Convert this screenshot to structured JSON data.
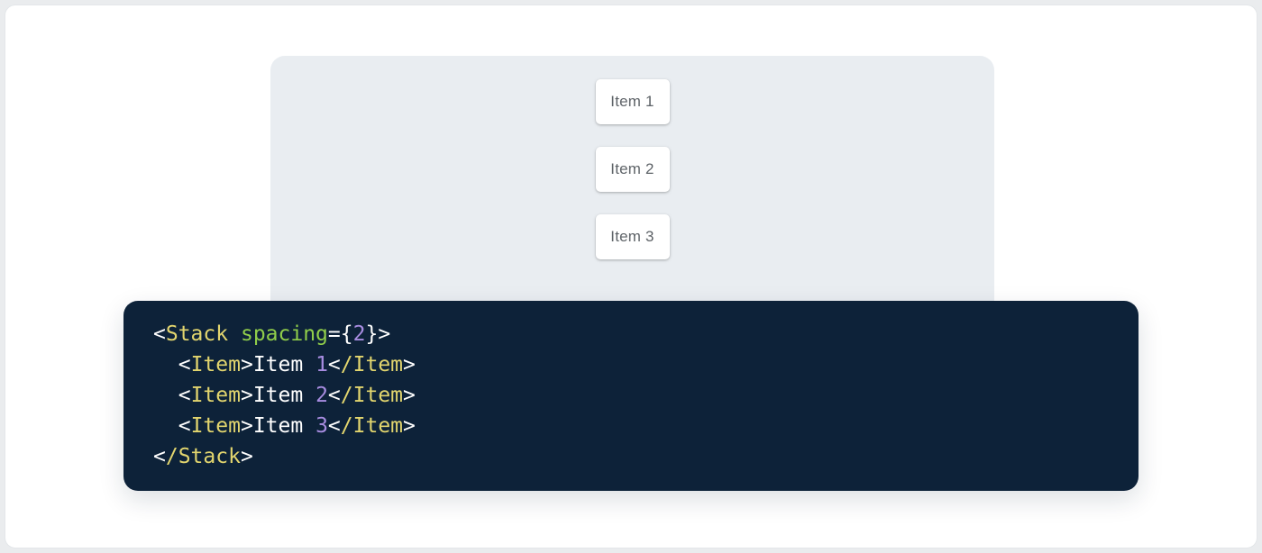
{
  "window": {
    "background": "#ffffff",
    "outer_background": "#eaecee",
    "frame_border_color": "#e3e6e9"
  },
  "demo_panel": {
    "background": "#e9edf1"
  },
  "stack_items": [
    {
      "label": "Item 1"
    },
    {
      "label": "Item 2"
    },
    {
      "label": "Item 3"
    }
  ],
  "code_block": {
    "background": "#0d2239",
    "language": "jsx",
    "source": "<Stack spacing={2}>\n  <Item>Item 1</Item>\n  <Item>Item 2</Item>\n  <Item>Item 3</Item>\n</Stack>",
    "colors": {
      "tag": "#e2d56e",
      "attr_name": "#90ce4a",
      "number": "#a78ce0",
      "punctuation": "#ffffff",
      "plain": "#ffffff"
    },
    "lines": [
      [
        {
          "c": "punctuation",
          "v": "<"
        },
        {
          "c": "tag",
          "v": "Stack"
        },
        {
          "c": "plain",
          "v": " "
        },
        {
          "c": "attr_name",
          "v": "spacing"
        },
        {
          "c": "punctuation",
          "v": "="
        },
        {
          "c": "punctuation",
          "v": "{"
        },
        {
          "c": "number",
          "v": "2"
        },
        {
          "c": "punctuation",
          "v": "}"
        },
        {
          "c": "punctuation",
          "v": ">"
        }
      ],
      [
        {
          "c": "plain",
          "v": "  "
        },
        {
          "c": "punctuation",
          "v": "<"
        },
        {
          "c": "tag",
          "v": "Item"
        },
        {
          "c": "punctuation",
          "v": ">"
        },
        {
          "c": "plain",
          "v": "Item "
        },
        {
          "c": "number",
          "v": "1"
        },
        {
          "c": "punctuation",
          "v": "<"
        },
        {
          "c": "tag",
          "v": "/Item"
        },
        {
          "c": "punctuation",
          "v": ">"
        }
      ],
      [
        {
          "c": "plain",
          "v": "  "
        },
        {
          "c": "punctuation",
          "v": "<"
        },
        {
          "c": "tag",
          "v": "Item"
        },
        {
          "c": "punctuation",
          "v": ">"
        },
        {
          "c": "plain",
          "v": "Item "
        },
        {
          "c": "number",
          "v": "2"
        },
        {
          "c": "punctuation",
          "v": "<"
        },
        {
          "c": "tag",
          "v": "/Item"
        },
        {
          "c": "punctuation",
          "v": ">"
        }
      ],
      [
        {
          "c": "plain",
          "v": "  "
        },
        {
          "c": "punctuation",
          "v": "<"
        },
        {
          "c": "tag",
          "v": "Item"
        },
        {
          "c": "punctuation",
          "v": ">"
        },
        {
          "c": "plain",
          "v": "Item "
        },
        {
          "c": "number",
          "v": "3"
        },
        {
          "c": "punctuation",
          "v": "<"
        },
        {
          "c": "tag",
          "v": "/Item"
        },
        {
          "c": "punctuation",
          "v": ">"
        }
      ],
      [
        {
          "c": "punctuation",
          "v": "<"
        },
        {
          "c": "tag",
          "v": "/Stack"
        },
        {
          "c": "punctuation",
          "v": ">"
        }
      ]
    ]
  }
}
